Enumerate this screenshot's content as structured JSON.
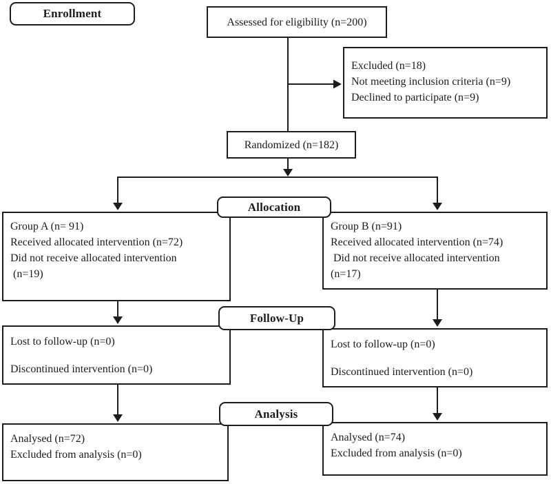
{
  "flowchart": {
    "stages": {
      "enrollment": "Enrollment",
      "allocation": "Allocation",
      "follow_up": "Follow-Up",
      "analysis": "Analysis"
    },
    "boxes": {
      "assessed": {
        "text": "Assessed for eligibility (n=200)"
      },
      "excluded": {
        "lines": [
          "Excluded (n=18)",
          "Not meeting inclusion criteria (n=9)",
          "Declined to participate (n=9)"
        ]
      },
      "randomized": {
        "text": "Randomized (n=182)"
      },
      "group_a": {
        "lines": [
          "Group A (n= 91)",
          "Received allocated intervention (n=72)",
          "Did not receive allocated intervention",
          " (n=19)"
        ]
      },
      "group_b": {
        "lines": [
          "Group B (n=91)",
          "Received allocated intervention (n=74)",
          " Did not receive allocated intervention",
          "(n=17)"
        ]
      },
      "follow_up_a": {
        "lines": [
          "Lost to follow-up (n=0)",
          "Discontinued intervention (n=0)"
        ]
      },
      "follow_up_b": {
        "lines": [
          "Lost to follow-up (n=0)",
          "Discontinued intervention (n=0)"
        ]
      },
      "analysis_a": {
        "lines": [
          "Analysed (n=72)",
          "Excluded from analysis (n=0)"
        ]
      },
      "analysis_b": {
        "lines": [
          "Analysed (n=74)",
          "Excluded from analysis (n=0)"
        ]
      }
    },
    "colors": {
      "line": "#1c1c1c",
      "text": "#1c1c1c",
      "background": "#ffffff",
      "box_fill": "#ffffff"
    }
  }
}
